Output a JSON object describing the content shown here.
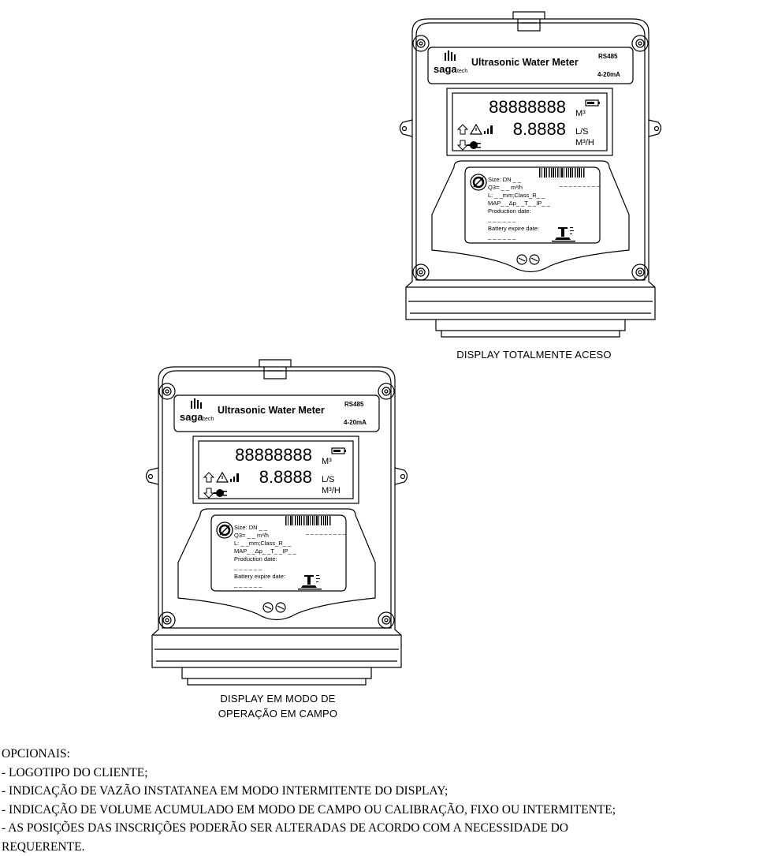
{
  "meter": {
    "brand": "saga",
    "brand_suffix": "tech",
    "title": "Ultrasonic Water Meter",
    "interface": "RS485",
    "output": "4-20mA",
    "display": {
      "volume_digits": "88888888",
      "flow_digits": "8.8888",
      "unit_volume": "M³",
      "unit_flow": "L/S",
      "unit_flow_alt": "M³/H"
    },
    "plate": {
      "size_line": "Size: DN _ _",
      "q3_line": "Q3= _ _ m³/h",
      "length_line": "L: _ _mm;Class_R_ _",
      "map_line": "MAP_ _Δp_ _T_ _IP_ _",
      "production_label": "Production date:",
      "production_blank": "_ _ _ _ _ _",
      "battery_label": "Battery expire date:",
      "battery_blank": "_ _ _ _ _ _",
      "serial_blank": "_ _ _ _ _ _ _ _ _"
    }
  },
  "captions": {
    "top": "DISPLAY TOTALMENTE ACESO",
    "bottom_line1": "DISPLAY EM MODO DE",
    "bottom_line2": "OPERAÇÃO EM CAMPO"
  },
  "notes": [
    "OPCIONAIS:",
    "- LOGOTIPO DO CLIENTE;",
    "- INDICAÇÃO DE VAZÃO INSTATANEA EM MODO INTERMITENTE DO DISPLAY;",
    "- INDICAÇÃO DE VOLUME ACUMULADO EM MODO DE CAMPO OU CALIBRAÇÃO, FIXO OU INTERMITENTE;",
    "- AS POSIÇÕES DAS INSCRIÇÕES PODERÃO SER ALTERADAS DE ACORDO COM A NECESSIDADE DO",
    "REQUERENTE."
  ]
}
